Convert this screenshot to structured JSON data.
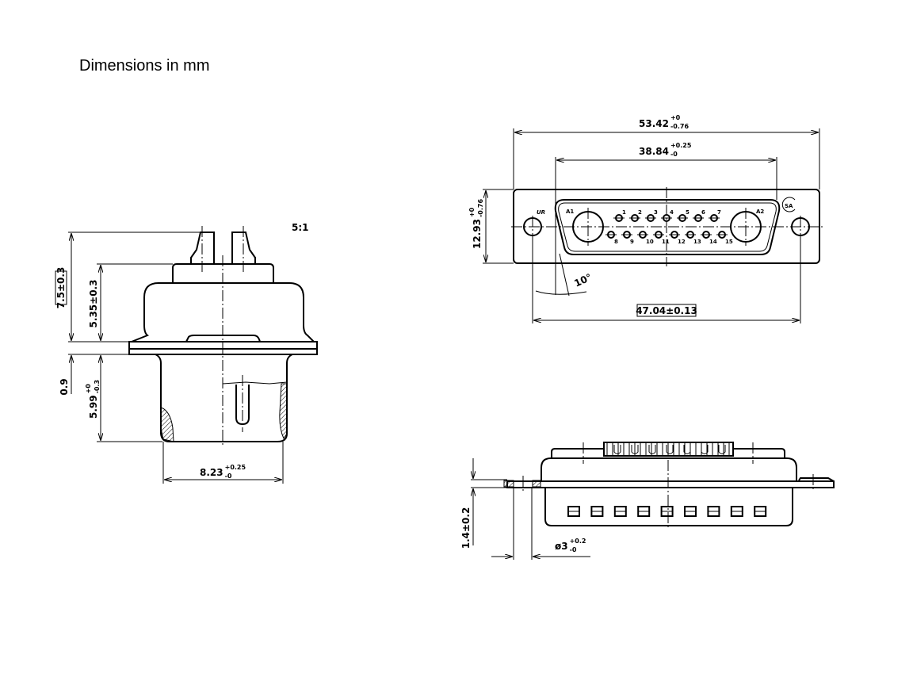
{
  "title": "Dimensions in mm",
  "scale": "5:1",
  "side_view": {
    "dim_overall_height": "7.5±0.3",
    "dim_upper_height": "5.35±0.3",
    "dim_flange": "0.9",
    "dim_lower_main": "5.99",
    "dim_lower_tol_plus": "+0",
    "dim_lower_tol_minus": "-0.3",
    "dim_width_main": "8.23",
    "dim_width_tol_plus": "+0.25",
    "dim_width_tol_minus": "-0"
  },
  "front_view": {
    "dim_flange_width_main": "53.42",
    "dim_flange_width_plus": "+0",
    "dim_flange_width_minus": "-0.76",
    "dim_shell_width_main": "38.84",
    "dim_shell_width_plus": "+0.25",
    "dim_shell_width_minus": "-0",
    "dim_height_main": "12.93",
    "dim_height_plus": "+0",
    "dim_height_minus": "-0.76",
    "dim_hole_spacing": "47.04±0.13",
    "angle": "10°",
    "coax_labels": [
      "A1",
      "A2"
    ],
    "pins_row1": [
      "1",
      "2",
      "3",
      "4",
      "5",
      "6",
      "7"
    ],
    "pins_row2": [
      "8",
      "9",
      "10",
      "11",
      "12",
      "13",
      "14",
      "15"
    ],
    "logos": [
      "UR",
      "SA"
    ]
  },
  "bottom_view": {
    "dim_flange_thickness": "1.4±0.2",
    "dim_hole_main": "ø3",
    "dim_hole_plus": "+0.2",
    "dim_hole_minus": "-0"
  }
}
